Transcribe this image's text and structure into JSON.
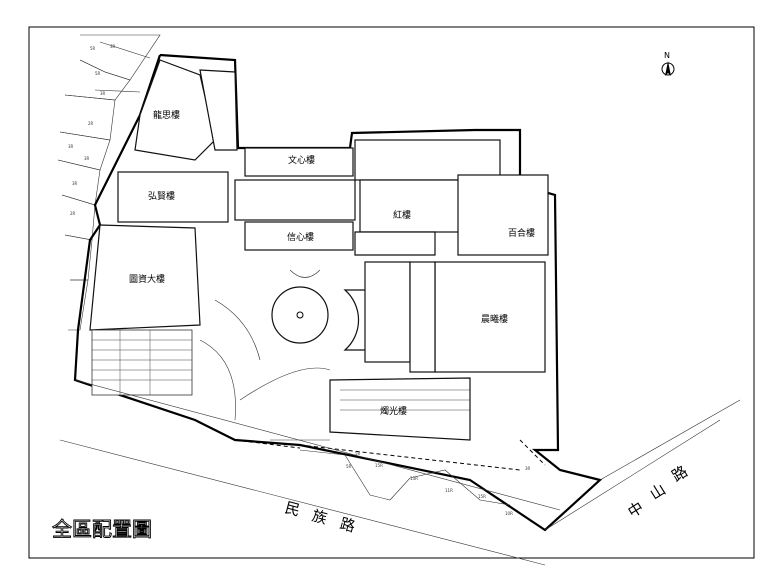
{
  "buildings": {
    "longsi": "龍思樓",
    "hongjie": "弘賢樓",
    "wenxin": "文心樓",
    "hong": "紅樓",
    "xinxin": "信心樓",
    "baihe": "百合樓",
    "library": "圖資大樓",
    "chenxi": "晨曦樓",
    "zhuguang": "燭光樓"
  },
  "roads": {
    "minzu": [
      "民",
      "族",
      "路"
    ],
    "zhongshan": [
      "中",
      "山",
      "路"
    ]
  },
  "plot_labels": [
    "5R",
    "3R",
    "5R",
    "3R",
    "2R",
    "3R",
    "3R",
    "3R",
    "2R",
    "5R",
    "15R",
    "13R",
    "11R",
    "15R",
    "10R",
    "5R",
    "3R"
  ],
  "title": "全區配置圖",
  "north_icon": "north-arrow-icon"
}
